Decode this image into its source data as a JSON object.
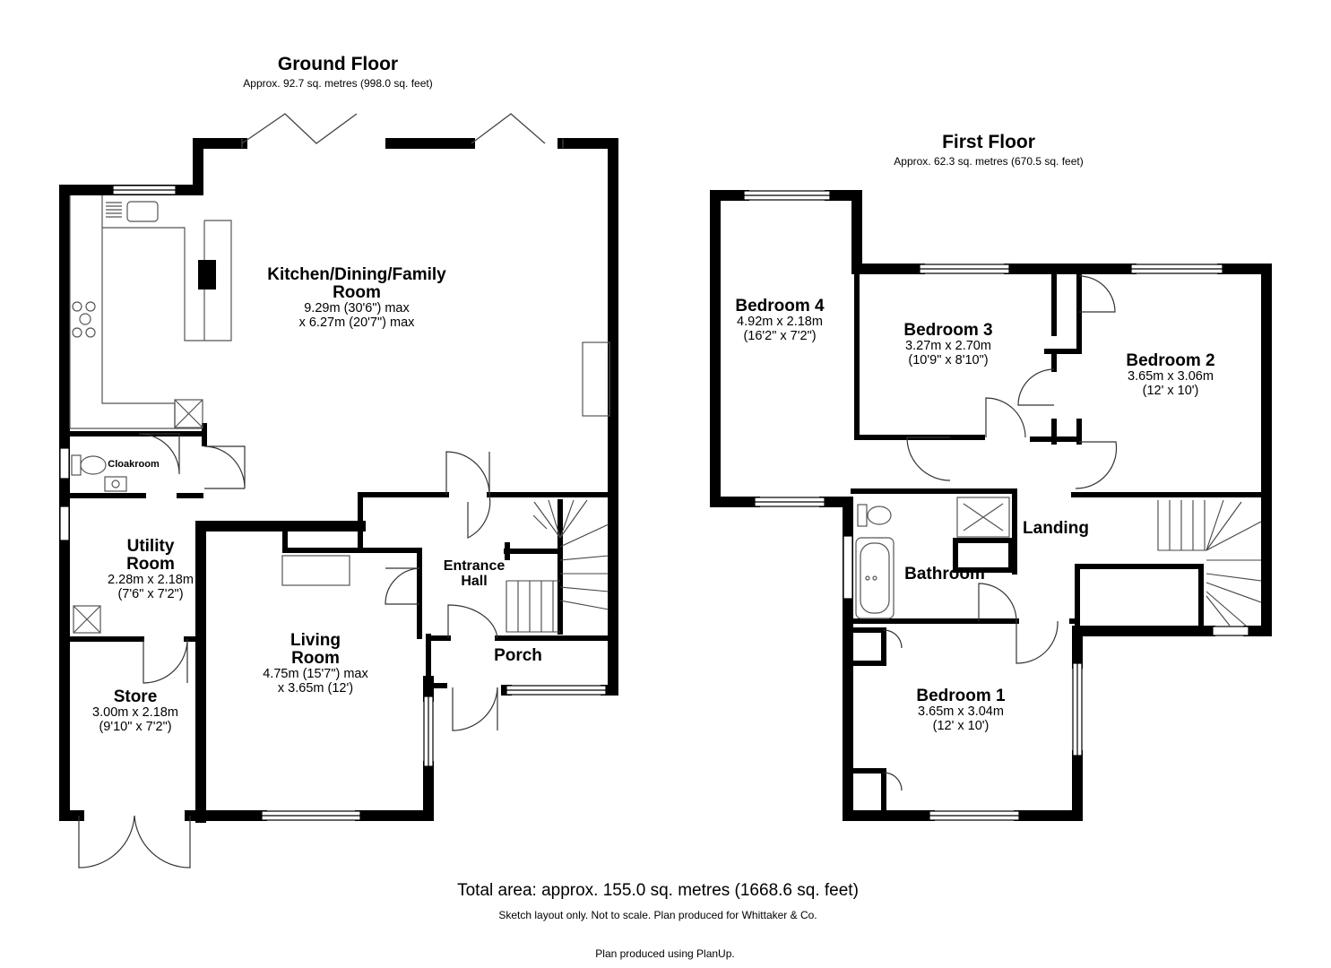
{
  "ground_floor": {
    "title": "Ground Floor",
    "area": "Approx. 92.7 sq. metres (998.0 sq. feet)",
    "rooms": {
      "kitchen": {
        "name_1": "Kitchen/Dining/Family",
        "name_2": "Room",
        "dims_1": "9.29m (30'6\") max",
        "dims_2": "x 6.27m (20'7\") max"
      },
      "cloakroom": {
        "name": "Cloakroom"
      },
      "utility": {
        "name_1": "Utility",
        "name_2": "Room",
        "dims_1": "2.28m x 2.18m",
        "dims_2": "(7'6\" x 7'2\")"
      },
      "store": {
        "name": "Store",
        "dims_1": "3.00m x 2.18m",
        "dims_2": "(9'10\" x 7'2\")"
      },
      "living": {
        "name_1": "Living",
        "name_2": "Room",
        "dims_1": "4.75m (15'7\") max",
        "dims_2": "x 3.65m (12')"
      },
      "entrance_hall": {
        "name_1": "Entrance",
        "name_2": "Hall"
      },
      "porch": {
        "name": "Porch"
      }
    }
  },
  "first_floor": {
    "title": "First Floor",
    "area": "Approx. 62.3 sq. metres (670.5 sq. feet)",
    "rooms": {
      "bedroom4": {
        "name": "Bedroom 4",
        "dims_1": "4.92m x 2.18m",
        "dims_2": "(16'2\" x 7'2\")"
      },
      "bedroom3": {
        "name": "Bedroom 3",
        "dims_1": "3.27m x 2.70m",
        "dims_2": "(10'9\" x 8'10\")"
      },
      "bedroom2": {
        "name": "Bedroom 2",
        "dims_1": "3.65m x 3.06m",
        "dims_2": "(12' x 10')"
      },
      "landing": {
        "name": "Landing"
      },
      "bathroom": {
        "name": "Bathroom"
      },
      "bedroom1": {
        "name": "Bedroom 1",
        "dims_1": "3.65m x 3.04m",
        "dims_2": "(12' x 10')"
      }
    }
  },
  "footer": {
    "total_area": "Total area: approx. 155.0 sq. metres (1668.6 sq. feet)",
    "disclaimer": "Sketch layout only. Not to scale. Plan produced for Whittaker & Co.",
    "credit": "Plan produced using PlanUp."
  },
  "colors": {
    "wall": "#000000",
    "fixture": "#555555",
    "background": "#ffffff"
  }
}
